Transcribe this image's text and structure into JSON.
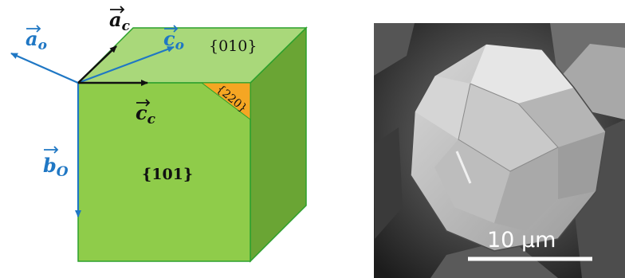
{
  "crystal_diagram": {
    "faces": {
      "top": "{010}",
      "front": "{101}",
      "corner": "{220}"
    },
    "vectors": {
      "a_o": {
        "symbol": "a",
        "subscript": "o"
      },
      "b_o": {
        "symbol": "b",
        "subscript": "O"
      },
      "c_o": {
        "symbol": "c",
        "subscript": "o"
      },
      "a_c": {
        "symbol": "a",
        "subscript": "c"
      },
      "c_c": {
        "symbol": "c",
        "subscript": "c"
      }
    },
    "colors": {
      "front_face": "#8fcc4a",
      "top_face": "#a9d87a",
      "side_face": "#6aa534",
      "corner_face": "#f5a623",
      "edge": "#2ca02c",
      "ortho_axes": "#1f77c4",
      "cubic_axes": "#111111"
    }
  },
  "sem_image": {
    "scale_bar_label": "10 µm"
  }
}
